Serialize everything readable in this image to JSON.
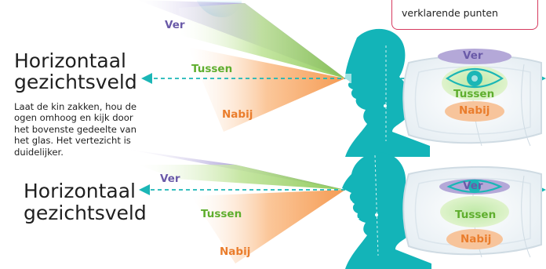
{
  "callout": {
    "text": "verklarende punten"
  },
  "top_panel": {
    "heading_line1": "Horizontaal",
    "heading_line2": "gezichtsveld",
    "fan_labels": {
      "far": "Ver",
      "mid": "Tussen",
      "near": "Nabij"
    },
    "lens_labels": {
      "far": "Ver",
      "mid": "Tussen",
      "near": "Nabij"
    }
  },
  "instruction": {
    "line1": "Laat de kin zakken, hou de",
    "line2": "ogen omhoog en kijk door",
    "line3": "het bovenste gedeelte van",
    "line4": "het glas. Het vertezicht is",
    "line5": "duidelijker."
  },
  "bottom_panel": {
    "heading_line1": "Horizontaal",
    "heading_line2": "gezichtsveld",
    "fan_labels": {
      "far": "Ver",
      "mid": "Tussen",
      "near": "Nabij"
    },
    "lens_labels": {
      "far": "Ver",
      "mid": "Tussen",
      "near": "Nabij"
    }
  },
  "colors": {
    "far": "#8a7cc4",
    "mid": "#8ccc59",
    "near": "#f5a25f",
    "teal": "#1bb6b6",
    "accent_border": "#d63a5f"
  }
}
